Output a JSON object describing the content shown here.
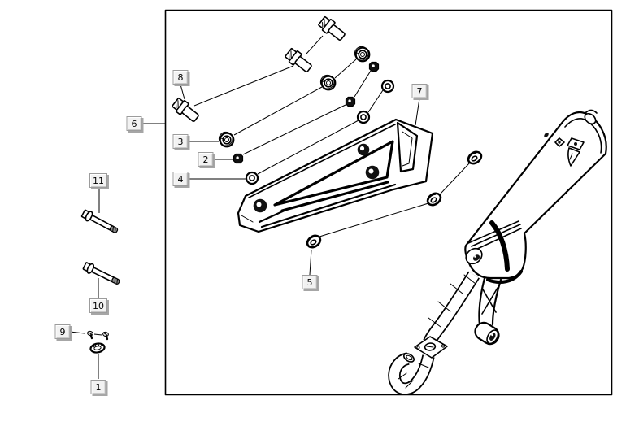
{
  "diagram": {
    "kind": "exploded-parts-diagram",
    "subject": "exhaust-muffler-assembly"
  },
  "callouts": [
    {
      "label": "1"
    },
    {
      "label": "2"
    },
    {
      "label": "3"
    },
    {
      "label": "4"
    },
    {
      "label": "5"
    },
    {
      "label": "6"
    },
    {
      "label": "7"
    },
    {
      "label": "8"
    },
    {
      "label": "9"
    },
    {
      "label": "10"
    },
    {
      "label": "11"
    }
  ],
  "style": {
    "background": "#ffffff",
    "line": "#000000",
    "dark": "#111111",
    "label_face": "#f2f2f2",
    "label_border": "#9c9c9c",
    "label_shadow": "#a6a6a6"
  }
}
